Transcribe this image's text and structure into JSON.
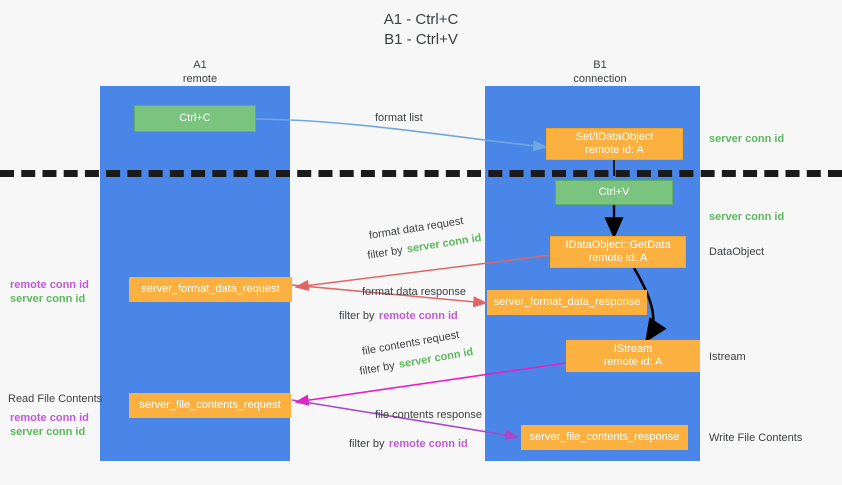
{
  "title": {
    "line1": "A1 - Ctrl+C",
    "line2": "B1 - Ctrl+V"
  },
  "lanes": [
    {
      "id": "a1",
      "name": "A1",
      "sub": "remote",
      "color": "#4a86e8"
    },
    {
      "id": "b1",
      "name": "B1",
      "sub": "connection",
      "color": "#4a86e8"
    }
  ],
  "colors": {
    "lane": "#4a86e8",
    "green_node": "#7ac47f",
    "orange_node": "#fbb040",
    "server_conn": "#5cb85c",
    "remote_conn": "#c15ad6",
    "arrow_blue": "#6fa8dc",
    "arrow_red": "#e06666",
    "arrow_magenta": "#e91ec4",
    "arrow_purple": "#a64ac9",
    "arrow_black": "#000000",
    "divider": "#1b1b1b",
    "background": "#f7f7f7"
  },
  "nodes": {
    "ctrl_c": {
      "label": "Ctrl+C",
      "style": "green"
    },
    "set_idataobject": {
      "line1": "Set/IDataObject",
      "line2": "remote id: A",
      "style": "orange"
    },
    "ctrl_v": {
      "label": "Ctrl+V",
      "style": "green"
    },
    "getdata": {
      "line1": "IDataObject::GetData",
      "line2": "remote id: A",
      "style": "orange"
    },
    "format_data_request": {
      "label": "server_format_data_request",
      "style": "orange"
    },
    "format_data_response": {
      "label": "server_format_data_response",
      "style": "orange"
    },
    "istream": {
      "line1": "IStream",
      "line2": "remote id: A",
      "style": "orange"
    },
    "file_contents_request": {
      "label": "server_file_contents_request",
      "style": "orange"
    },
    "file_contents_response": {
      "label": "server_file_contents_response",
      "style": "orange"
    }
  },
  "edge_labels": {
    "format_list": "format list",
    "format_data_request": "format data request",
    "format_data_request_filter_prefix": "filter by",
    "format_data_request_filter_value": "server conn id",
    "format_data_response": "format data response",
    "format_data_response_filter_prefix": "filter by",
    "format_data_response_filter_value": "remote conn id",
    "file_contents_request": "file contents request",
    "file_contents_request_filter_prefix": "filter by",
    "file_contents_request_filter_value": "server conn id",
    "file_contents_response": "file contents response",
    "file_contents_response_filter_prefix": "filter by",
    "file_contents_response_filter_value": "remote conn id"
  },
  "right_annotations": [
    {
      "text": "server conn id",
      "style": "green"
    },
    {
      "text": "server conn id",
      "style": "green"
    },
    {
      "text": "DataObject",
      "style": "plain"
    },
    {
      "text": "Istream",
      "style": "plain"
    },
    {
      "text": "Write File Contents",
      "style": "plain"
    }
  ],
  "left_annotations": {
    "group1": [
      {
        "text": "remote conn id",
        "style": "purple"
      },
      {
        "text": "server conn id",
        "style": "green"
      }
    ],
    "read_file_contents": "Read File Contents",
    "group2": [
      {
        "text": "remote conn id",
        "style": "purple"
      },
      {
        "text": "server conn id",
        "style": "green"
      }
    ]
  }
}
